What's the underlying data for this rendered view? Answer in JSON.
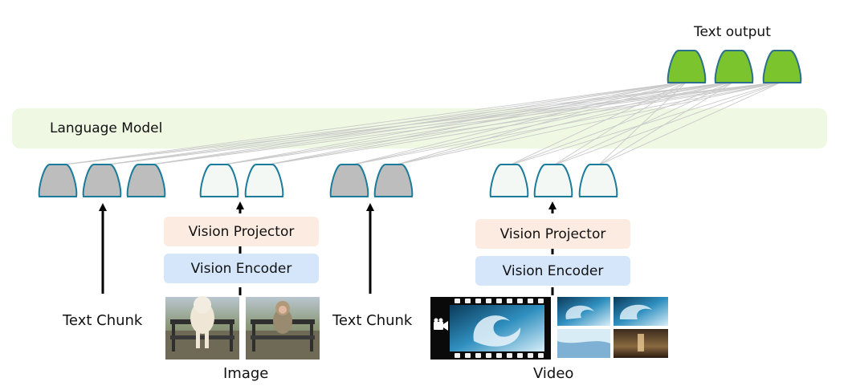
{
  "diagram": {
    "title_output": "Text output",
    "language_model_label": "Language Model",
    "vision_projector_label": "Vision Projector",
    "vision_encoder_label": "Vision Encoder",
    "text_chunk_label": "Text Chunk",
    "image_label": "Image",
    "video_label": "Video"
  },
  "colors": {
    "text_token": "#bdbdbd",
    "visual_token": "#f3f8f4",
    "token_border": "#1a7c9a",
    "output_token": "#7cc42e",
    "output_border": "#2c6f8c",
    "language_model_band": "#eef8e3",
    "projector": "#fcebe0",
    "encoder": "#d5e6fb"
  },
  "icons": [
    "camera-icon"
  ]
}
